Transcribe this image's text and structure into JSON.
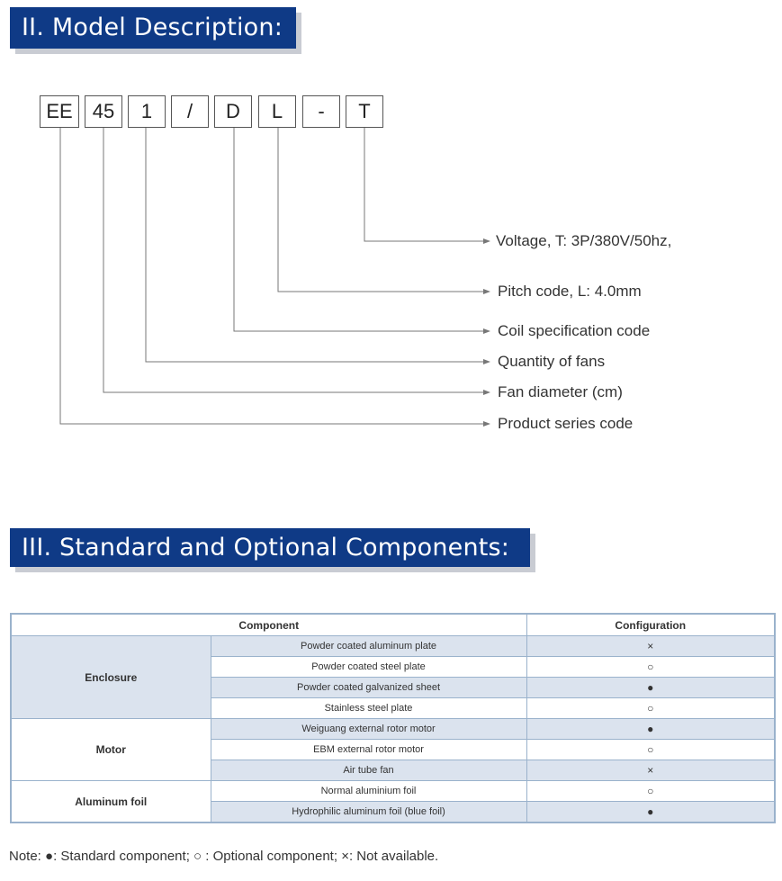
{
  "section2": {
    "title": "II. Model Description:"
  },
  "model_code": [
    "EE",
    "45",
    "1",
    "/",
    "D",
    "L",
    "-",
    "T"
  ],
  "descriptions": [
    "Voltage, T: 3P/380V/50hz,",
    "Pitch code, L: 4.0mm",
    "Coil specification code",
    "Quantity of fans",
    "Fan diameter (cm)",
    "Product series code"
  ],
  "section3": {
    "title": "III. Standard and Optional Components:"
  },
  "table": {
    "headers": {
      "component": "Component",
      "configuration": "Configuration"
    },
    "groups": [
      {
        "name": "Enclosure",
        "rows": [
          {
            "item": "Powder coated aluminum plate",
            "config": "×"
          },
          {
            "item": "Powder coated steel plate",
            "config": "○"
          },
          {
            "item": "Powder coated galvanized sheet",
            "config": "●"
          },
          {
            "item": "Stainless steel plate",
            "config": "○"
          }
        ]
      },
      {
        "name": "Motor",
        "rows": [
          {
            "item": "Weiguang external rotor motor",
            "config": "●"
          },
          {
            "item": "EBM external rotor motor",
            "config": "○"
          },
          {
            "item": "Air tube fan",
            "config": "×"
          }
        ]
      },
      {
        "name": "Aluminum foil",
        "rows": [
          {
            "item": "Normal aluminium foil",
            "config": "○"
          },
          {
            "item": "Hydrophilic aluminum foil (blue foil)",
            "config": "●"
          }
        ]
      }
    ]
  },
  "note": {
    "prefix": "Note: ",
    "standard_symbol": "●",
    "standard_text": ": Standard component; ",
    "optional_symbol": "○",
    "optional_text": " : Optional component; ",
    "na_symbol": "×",
    "na_text": ": Not available."
  }
}
